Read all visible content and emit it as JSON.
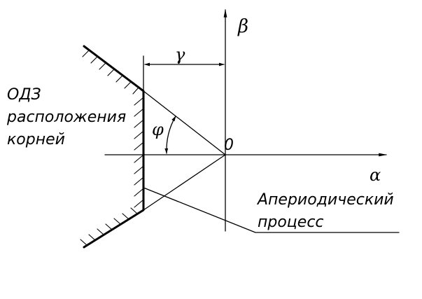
{
  "labels": {
    "axis_beta": "β",
    "axis_alpha": "α",
    "origin": "0",
    "gamma": "γ",
    "phi": "φ",
    "region_line1": "ОДЗ",
    "region_line2": "расположения",
    "region_line3": "корней",
    "aperiodic_line1": "Апериодический",
    "aperiodic_line2": "процесс"
  }
}
